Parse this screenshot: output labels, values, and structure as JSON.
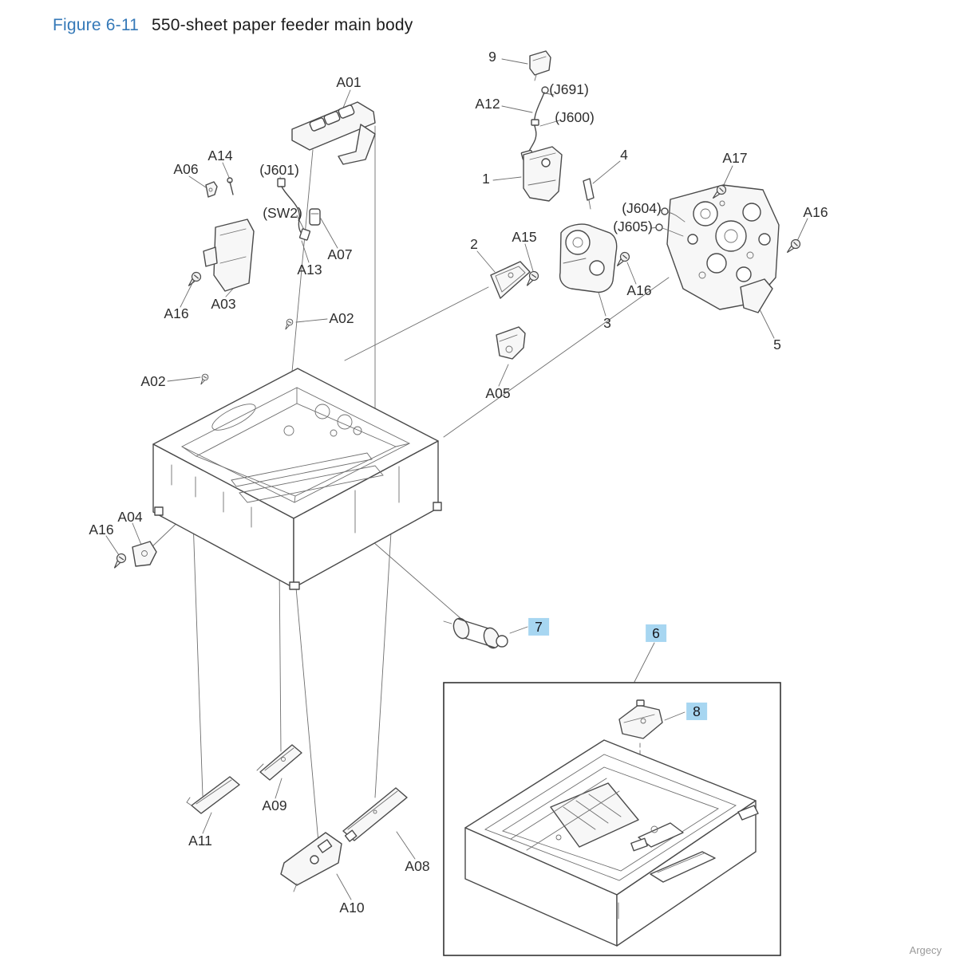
{
  "figure": {
    "label": "Figure 6-11",
    "title": "550-sheet paper feeder main body"
  },
  "watermark": "Argecy",
  "colors": {
    "figure_label_blue": "#3579B8",
    "highlight_blue": "#A7D6F1",
    "line_gray": "#4a4a4a"
  },
  "callouts": [
    {
      "text": "9"
    },
    {
      "text": "A01"
    },
    {
      "text": "(J691)"
    },
    {
      "text": "A12"
    },
    {
      "text": "(J600)"
    },
    {
      "text": "A14"
    },
    {
      "text": "A17"
    },
    {
      "text": "A06"
    },
    {
      "text": "(J601)"
    },
    {
      "text": "4"
    },
    {
      "text": "1"
    },
    {
      "text": "(J604)"
    },
    {
      "text": "A16"
    },
    {
      "text": "(J605)"
    },
    {
      "text": "(SW2)"
    },
    {
      "text": "A15"
    },
    {
      "text": "2"
    },
    {
      "text": "A07"
    },
    {
      "text": "A13"
    },
    {
      "text": "A16"
    },
    {
      "text": "A16"
    },
    {
      "text": "A03"
    },
    {
      "text": "A02"
    },
    {
      "text": "3"
    },
    {
      "text": "5"
    },
    {
      "text": "A02"
    },
    {
      "text": "A05"
    },
    {
      "text": "A04"
    },
    {
      "text": "A16"
    },
    {
      "text": "7",
      "highlight": true
    },
    {
      "text": "6",
      "highlight": true
    },
    {
      "text": "8",
      "highlight": true
    },
    {
      "text": "A09"
    },
    {
      "text": "A11"
    },
    {
      "text": "A08"
    },
    {
      "text": "A10"
    }
  ]
}
